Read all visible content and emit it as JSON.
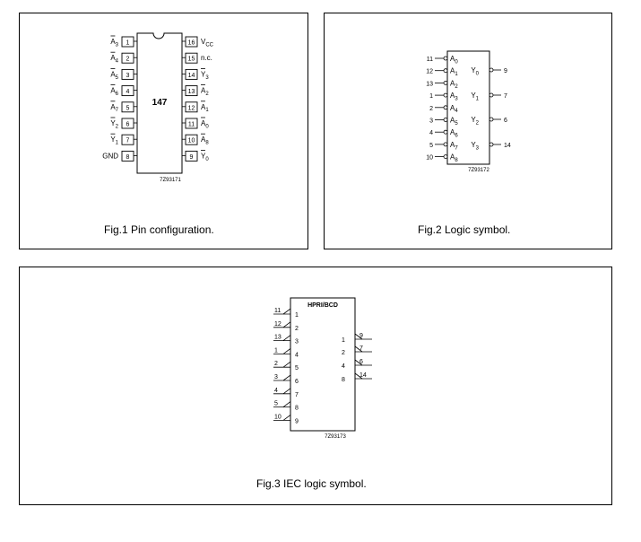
{
  "fig1": {
    "caption": "Fig.1  Pin configuration.",
    "chip_label": "147",
    "ref": "7Z93171",
    "left_pins": [
      {
        "num": "1",
        "name": "A",
        "sub": "3",
        "bar": true
      },
      {
        "num": "2",
        "name": "A",
        "sub": "4",
        "bar": true
      },
      {
        "num": "3",
        "name": "A",
        "sub": "5",
        "bar": true
      },
      {
        "num": "4",
        "name": "A",
        "sub": "6",
        "bar": true
      },
      {
        "num": "5",
        "name": "A",
        "sub": "7",
        "bar": true
      },
      {
        "num": "6",
        "name": "Y",
        "sub": "2",
        "bar": true
      },
      {
        "num": "7",
        "name": "Y",
        "sub": "1",
        "bar": true
      },
      {
        "num": "8",
        "name": "GND",
        "sub": "",
        "bar": false
      }
    ],
    "right_pins": [
      {
        "num": "16",
        "name": "V",
        "sub": "CC",
        "bar": false
      },
      {
        "num": "15",
        "name": "n.c.",
        "sub": "",
        "bar": false
      },
      {
        "num": "14",
        "name": "Y",
        "sub": "3",
        "bar": true
      },
      {
        "num": "13",
        "name": "A",
        "sub": "2",
        "bar": true
      },
      {
        "num": "12",
        "name": "A",
        "sub": "1",
        "bar": true
      },
      {
        "num": "11",
        "name": "A",
        "sub": "0",
        "bar": true
      },
      {
        "num": "10",
        "name": "A",
        "sub": "8",
        "bar": true
      },
      {
        "num": "9",
        "name": "Y",
        "sub": "0",
        "bar": true
      }
    ]
  },
  "fig2": {
    "caption": "Fig.2  Logic symbol.",
    "ref": "7Z93172",
    "inputs": [
      {
        "num": "11",
        "name": "A",
        "sub": "0"
      },
      {
        "num": "12",
        "name": "A",
        "sub": "1"
      },
      {
        "num": "13",
        "name": "A",
        "sub": "2"
      },
      {
        "num": "1",
        "name": "A",
        "sub": "3"
      },
      {
        "num": "2",
        "name": "A",
        "sub": "4"
      },
      {
        "num": "3",
        "name": "A",
        "sub": "5"
      },
      {
        "num": "4",
        "name": "A",
        "sub": "6"
      },
      {
        "num": "5",
        "name": "A",
        "sub": "7"
      },
      {
        "num": "10",
        "name": "A",
        "sub": "8"
      }
    ],
    "outputs": [
      {
        "num": "9",
        "name": "Y",
        "sub": "0"
      },
      {
        "num": "7",
        "name": "Y",
        "sub": "1"
      },
      {
        "num": "6",
        "name": "Y",
        "sub": "2"
      },
      {
        "num": "14",
        "name": "Y",
        "sub": "3"
      }
    ]
  },
  "fig3": {
    "caption": "Fig.3  IEC logic symbol.",
    "title": "HPRI/BCD",
    "ref": "7Z93173",
    "inputs": [
      {
        "pin": "11",
        "label": "1"
      },
      {
        "pin": "12",
        "label": "2"
      },
      {
        "pin": "13",
        "label": "3"
      },
      {
        "pin": "1",
        "label": "4"
      },
      {
        "pin": "2",
        "label": "5"
      },
      {
        "pin": "3",
        "label": "6"
      },
      {
        "pin": "4",
        "label": "7"
      },
      {
        "pin": "5",
        "label": "8"
      },
      {
        "pin": "10",
        "label": "9"
      }
    ],
    "outputs": [
      {
        "pin": "9",
        "label": "1"
      },
      {
        "pin": "7",
        "label": "2"
      },
      {
        "pin": "6",
        "label": "4"
      },
      {
        "pin": "14",
        "label": "8"
      }
    ]
  }
}
